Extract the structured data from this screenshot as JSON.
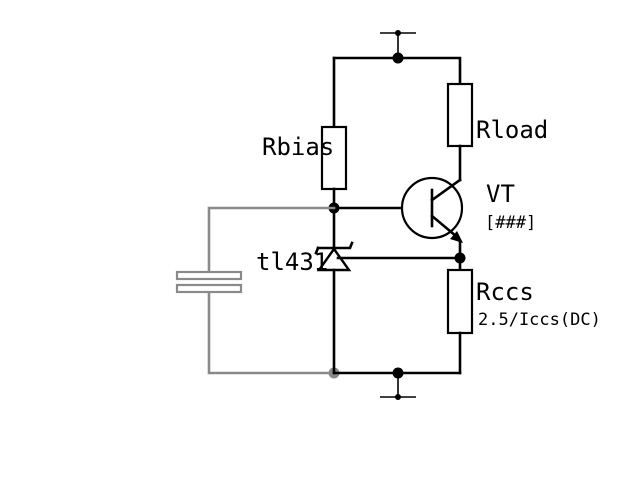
{
  "labels": {
    "rbias": "Rbias",
    "rload": "Rload",
    "transistor_name": "VT",
    "transistor_part": "[###]",
    "zener": "tl431",
    "rccs": "Rccs",
    "rccs_value": "2.5/Iccs(DC)"
  },
  "colors": {
    "wire": "#000000",
    "capacitor_wire": "#8a8a8a"
  }
}
